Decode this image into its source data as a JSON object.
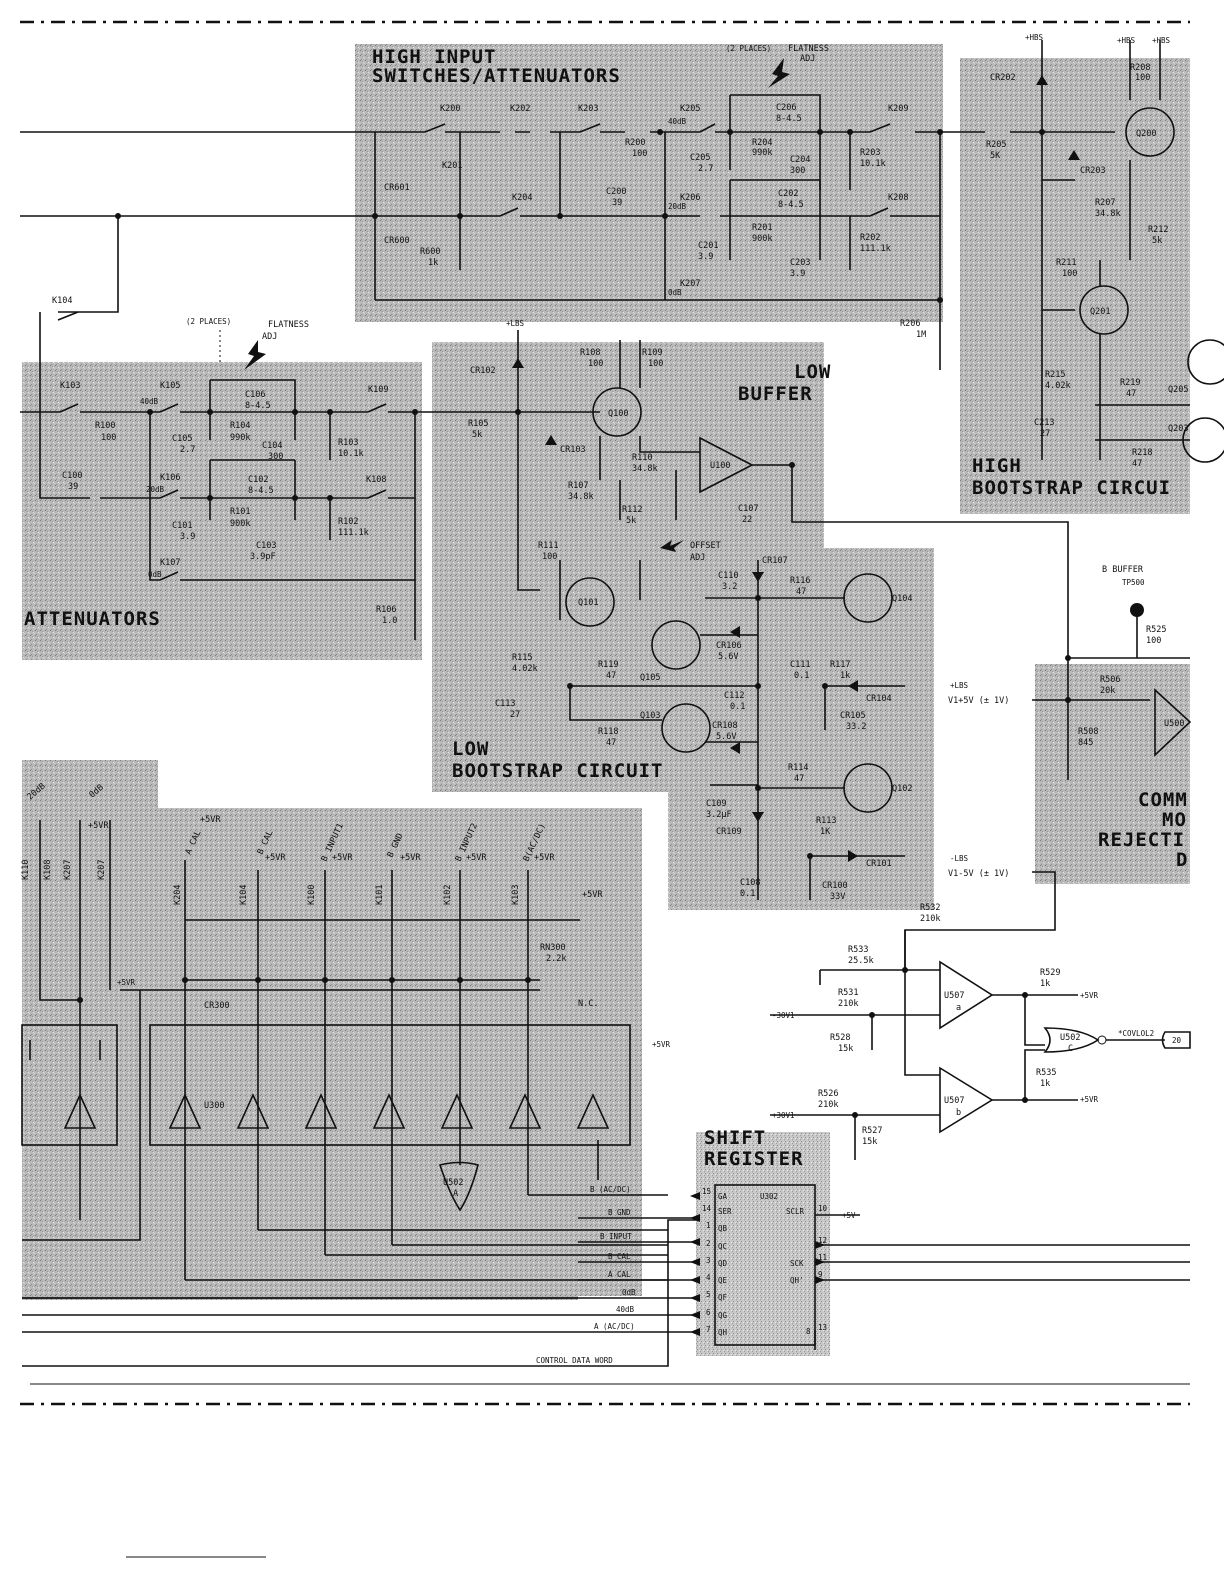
{
  "blocks": {
    "high_input": [
      "HIGH INPUT",
      "SWITCHES/ATTENUATORS"
    ],
    "low_buffer": [
      "LOW",
      "BUFFER"
    ],
    "attenuators": "ATTENUATORS",
    "high_bootstrap": [
      "HIGH",
      "BOOTSTRAP CIRCUI"
    ],
    "low_bootstrap": [
      "LOW",
      "BOOTSTRAP CIRCUIT"
    ],
    "common_mode": [
      "COMM",
      "MO",
      "REJECTI",
      "D"
    ],
    "shift_register": [
      "SHIFT",
      "REGISTER"
    ]
  },
  "notes": {
    "flatness_top_places": "(2 PLACES)",
    "flatness_top": "FLATNESS",
    "flatness_top_adj": "ADJ",
    "flatness_low_places": "(2 PLACES)",
    "flatness_low": "FLATNESS",
    "flatness_low_adj": "ADJ",
    "offset": "OFFSET",
    "offset_adj": "ADJ",
    "b_buffer": "B BUFFER",
    "tp500": "TP500"
  },
  "supplies": {
    "lbs_top": "+LBS",
    "lbs_v1": "+LBS",
    "v1_plus": "V1+5V (± 1V)",
    "lbs_minus": "-LBS",
    "v1_minus": "V1-5V (± 1V)",
    "hbs": "+HBS",
    "plus_5vr": "+5VR",
    "plus_5v": "+5V",
    "minus_30v1": "-30V1",
    "plus_30v1": "+30V1",
    "net_covlol2": "*COVLOL2",
    "pin20": "20"
  },
  "components": {
    "k104": "K104",
    "k200": "K200",
    "k202": "K202",
    "k203": "K203",
    "k205": "K205",
    "k209": "K209",
    "k201": "K201",
    "k204": "K204",
    "k206": "K206",
    "k208": "K208",
    "k207": "K207",
    "k103": "K103",
    "k105": "K105",
    "k109": "K109",
    "k106": "K106",
    "k108": "K108",
    "k107": "K107",
    "r200": "R200",
    "r200v": "100",
    "r204": "R204",
    "r204v": "990k",
    "r203": "R203",
    "r203v": "10.1k",
    "r201": "R201",
    "r201v": "900k",
    "r202": "R202",
    "r202v": "111.1k",
    "r600": "R600",
    "r600v": "1k",
    "r206": "R206",
    "r206v": "1M",
    "r205": "R205",
    "r205v": "5K",
    "r207": "R207",
    "r207v": "34.8k",
    "r208": "R208",
    "r208v": "100",
    "r211": "R211",
    "r211v": "100",
    "r212": "R212",
    "r212v": "5k",
    "r215": "R215",
    "r215v": "4.02k",
    "r219": "R219",
    "r219v": "47",
    "r218": "R218",
    "r218v": "47",
    "c206": "C206",
    "c206v": "8-4.5",
    "c205": "C205",
    "c205v": "2.7",
    "c204": "C204",
    "c204v": "300",
    "c200": "C200",
    "c200v": "39",
    "c202": "C202",
    "c202v": "8-4.5",
    "c201": "C201",
    "c201v": "3.9",
    "c203": "C203",
    "c203v": "3.9",
    "c213": "C213",
    "c213v": "27",
    "cr202": "CR202",
    "cr203": "CR203",
    "cr601": "CR601",
    "cr600": "CR600",
    "q200": "Q200",
    "q201": "Q201",
    "q205": "Q205",
    "q203": "Q203",
    "r100": "R100",
    "r100v": "100",
    "r104": "R104",
    "r104v": "990k",
    "r103": "R103",
    "r103v": "10.1k",
    "r101": "R101",
    "r101v": "900k",
    "r102": "R102",
    "r102v": "111.1k",
    "r106": "R106",
    "r106v": "1.0",
    "c106": "C106",
    "c106v": "8-4.5",
    "c105": "C105",
    "c105v": "2.7",
    "c104": "C104",
    "c104v": "300",
    "c100": "C100",
    "c100v": "39",
    "c102": "C102",
    "c102v": "8-4.5",
    "c101": "C101",
    "c101v": "3.9",
    "c103": "C103",
    "c103v": "3.9pF",
    "r105": "R105",
    "r105v": "5k",
    "r108": "R108",
    "r108v": "100",
    "r109": "R109",
    "r109v": "100",
    "r110": "R110",
    "r110v": "34.8k",
    "r107": "R107",
    "r107v": "34.8k",
    "r112": "R112",
    "r112v": "5k",
    "r111": "R111",
    "r111v": "100",
    "c107": "C107",
    "c107v": "22",
    "cr102": "CR102",
    "cr103": "CR103",
    "q100": "Q100",
    "q101": "Q101",
    "u100": "U100",
    "r116": "R116",
    "r116v": "47",
    "r117": "R117",
    "r117v": "1k",
    "r115": "R115",
    "r115v": "4.02k",
    "r119": "R119",
    "r119v": "47",
    "r118": "R118",
    "r118v": "47",
    "r114": "R114",
    "r114v": "47",
    "r113": "R113",
    "r113v": "1K",
    "c110": "C110",
    "c110v": "3.2",
    "c111": "C111",
    "c111v": "0.1",
    "c113": "C113",
    "c113v": "27",
    "c112": "C112",
    "c112v": "0.1",
    "c109": "C109",
    "c109v": "3.2µF",
    "c108": "C108",
    "c108v": "0.1",
    "cr107": "CR107",
    "cr106": "CR106",
    "cr106v": "5.6V",
    "cr108": "CR108",
    "cr108v": "5.6V",
    "cr104": "CR104",
    "cr105": "CR105",
    "cr105v": "33.2",
    "cr109": "CR109",
    "cr101": "CR101",
    "cr100": "CR100",
    "cr100v": "33V",
    "q104": "Q104",
    "q105": "Q105",
    "q103": "Q103",
    "q102": "Q102",
    "r525": "R525",
    "r525v": "100",
    "r506": "R506",
    "r506v": "20k",
    "r508": "R508",
    "r508v": "845",
    "u500": "U500",
    "r532": "R532",
    "r532v": "210k",
    "r533": "R533",
    "r533v": "25.5k",
    "r531": "R531",
    "r531v": "210k",
    "r528": "R528",
    "r528v": "15k",
    "r529": "R529",
    "r529v": "1k",
    "r535": "R535",
    "r535v": "1k",
    "r526": "R526",
    "r526v": "210k",
    "r527": "R527",
    "r527v": "15k",
    "u507": "U507",
    "u507a": "a",
    "u507b": "b",
    "u502": "U502",
    "u502c": "C",
    "u502a": "A",
    "u300": "U300",
    "rn300": "RN300",
    "rn300v": "2.2k",
    "cr300": "CR300",
    "nc": "N.C.",
    "u302": "U302"
  },
  "relay_labels": {
    "a_cal": "A CAL",
    "b_cal": "B CAL",
    "b_input1": "B INPUT1",
    "b_gnd": "B GND",
    "b_input2": "B INPUT2",
    "b_acdc": "B(AC/DC)",
    "k204": "K204",
    "k104": "K104",
    "k100": "K100",
    "k101": "K101",
    "k102": "K102",
    "k103": "K103",
    "k207a": "K207",
    "k207b": "K207",
    "k108": "K108",
    "k110": "K110",
    "db20": "20dB",
    "db0": "0dB",
    "db40a": "40dB",
    "db20a": "20dB",
    "db0a": "0dB",
    "db40b": "40dB",
    "db20b": "20dB",
    "db0b": "0dB"
  },
  "shift_register": {
    "pins_left": [
      "GA",
      "SER",
      "QB",
      "QC",
      "QD",
      "QE",
      "QF",
      "QG",
      "QH"
    ],
    "pins_left_num": [
      "15",
      "14",
      "1",
      "2",
      "3",
      "4",
      "5",
      "6",
      "7"
    ],
    "sclr": "SCLR",
    "sck": "SCK",
    "qh2": "QH'",
    "pin10": "10",
    "pin12": "12",
    "pin11": "11",
    "pin9": "9",
    "pin8": "8",
    "pin13": "13"
  },
  "signals": {
    "b_acdc": "B (AC/DC)",
    "b_gnd": "B GND",
    "b_input": "B INPUT",
    "b_cal": "B CAL",
    "a_cal": "A CAL",
    "db0": "0dB",
    "db40": "40dB",
    "a_acdc": "A (AC/DC)",
    "control": "CONTROL DATA WORD"
  }
}
